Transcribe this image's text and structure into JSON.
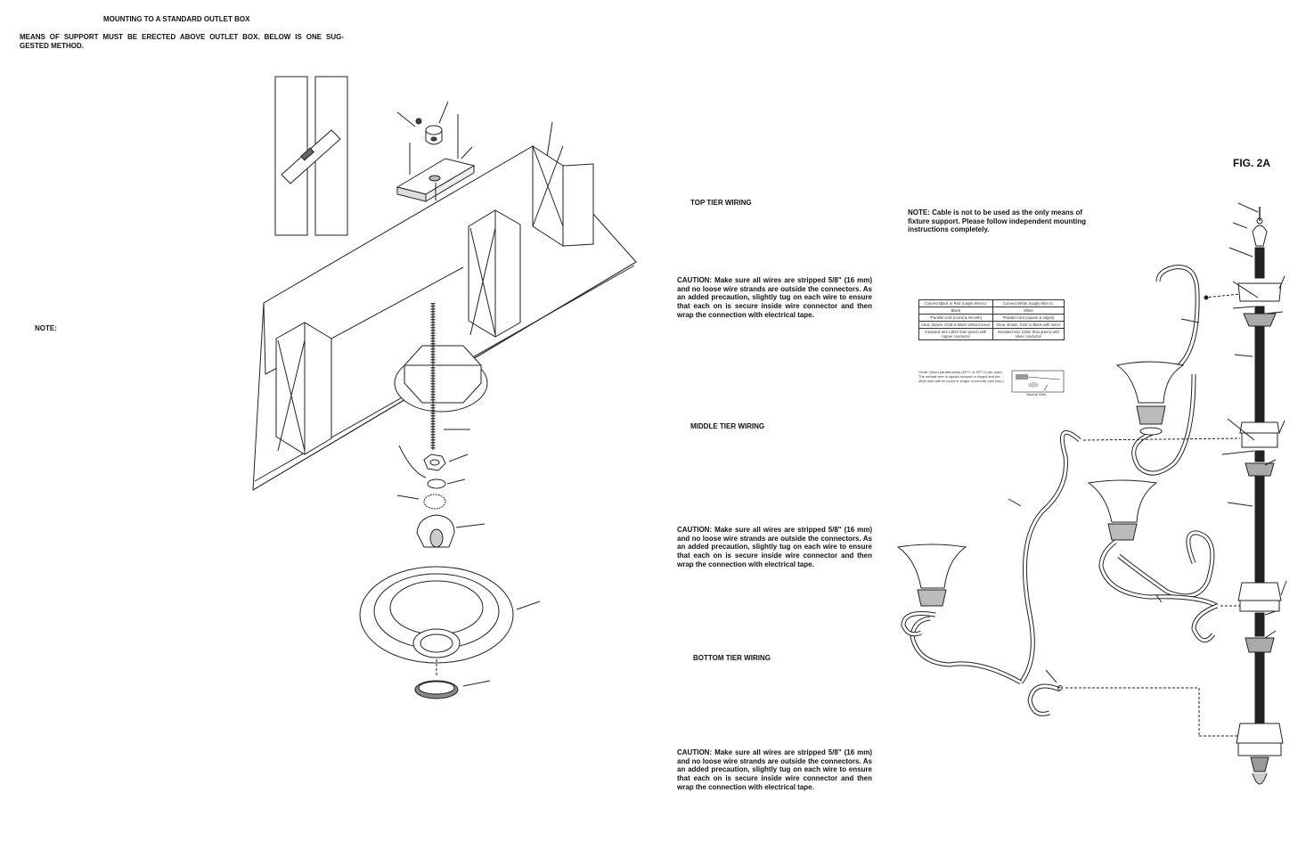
{
  "page": {
    "mounting_title": "MOUNTING TO A STANDARD OUTLET BOX",
    "support_text": "MEANS OF SUPPORT MUST BE ERECTED ABOVE OUTLET BOX. BELOW IS ONE SUG-GESTED METHOD.",
    "note_label": "NOTE:",
    "fig_label": "FIG. 2A",
    "cable_note": "NOTE: Cable is not to be used as the only means of fixture support. Please follow independent mounting instructions completely."
  },
  "tiers": [
    {
      "heading": "TOP TIER WIRING",
      "caution": "CAUTION: Make sure all wires are stripped 5/8\" (16 mm)  and no loose wire strands are outside the connectors. As an added precaution, slightly tug on each wire to ensure that each on is secure inside wire connector and then wrap the connection with electrical tape."
    },
    {
      "heading": "MIDDLE TIER WIRING",
      "caution": "CAUTION: Make sure all wires are stripped 5/8\" (16 mm)  and no loose wire strands are outside the connectors. As an added precaution, slightly tug on each wire to ensure that each on is secure inside wire connector and then wrap the connection with electrical tape."
    },
    {
      "heading": "BOTTOM TIER WIRING",
      "caution": "CAUTION: Make sure all wires are stripped 5/8\" (16 mm)  and no loose wire strands are outside the connectors. As an added precaution, slightly tug on each wire to ensure that each on is secure inside wire connector and then wrap the connection with electrical tape."
    }
  ],
  "wire_table": {
    "headers": [
      "Connect Black or Red Supply Wire to:",
      "Connect White Supply Wire to:"
    ],
    "rows": [
      [
        "Black",
        "White"
      ],
      [
        "*Parallel cord (round & smooth)",
        "*Parallel cord (square & ridged)"
      ],
      [
        "Clear, Brown, Gold or Black without tracer",
        "Clear, Brown, Gold or Black with tracer"
      ],
      [
        "Insulated wire (other than green) with copper conductor",
        "Insulated wire (other than green) with silver conductor"
      ]
    ],
    "footnote": "*Note: When parallel wires (SPT I & SPT II) are used. The neutral wire is square shaped or ridged and the other wire will be round in shape or smooth (see illus.)",
    "neutral_label": "Neutral Wire"
  }
}
